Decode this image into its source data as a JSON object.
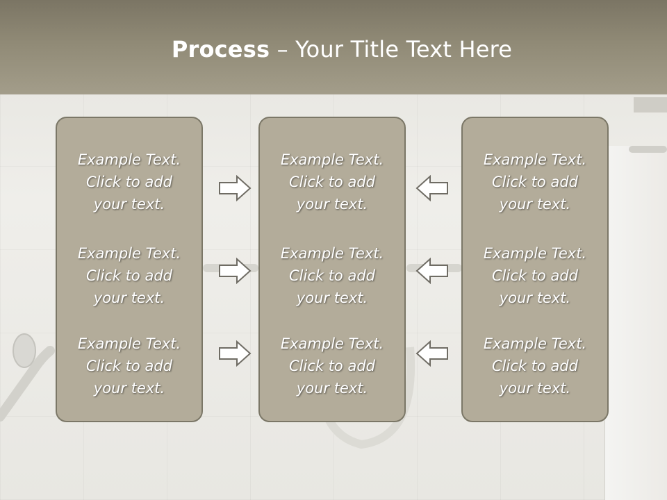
{
  "slide": {
    "title_bold": "Process",
    "title_rest": " – Your Title Text Here"
  },
  "columns": [
    {
      "items": [
        {
          "l1": "Example Text.",
          "l2": "Click  to add",
          "l3": "your text."
        },
        {
          "l1": "Example Text.",
          "l2": "Click  to add",
          "l3": "your text."
        },
        {
          "l1": "Example Text.",
          "l2": "Click  to add",
          "l3": "your text."
        }
      ]
    },
    {
      "items": [
        {
          "l1": "Example Text.",
          "l2": "Click  to add",
          "l3": "your text."
        },
        {
          "l1": "Example Text.",
          "l2": "Click  to add",
          "l3": "your text."
        },
        {
          "l1": "Example Text.",
          "l2": "Click  to add",
          "l3": "your text."
        }
      ]
    },
    {
      "items": [
        {
          "l1": "Example Text.",
          "l2": "Click  to add",
          "l3": "your text."
        },
        {
          "l1": "Example Text.",
          "l2": "Click  to add",
          "l3": "your text."
        },
        {
          "l1": "Example Text.",
          "l2": "Click  to add",
          "l3": "your text."
        }
      ]
    }
  ],
  "arrows": {
    "left_group": "right-arrow-icon",
    "right_group": "left-arrow-icon"
  },
  "colors": {
    "header": "#908a76",
    "box_fill": "#b3ac9a",
    "box_border": "#7b7767",
    "text": "#ffffff"
  }
}
